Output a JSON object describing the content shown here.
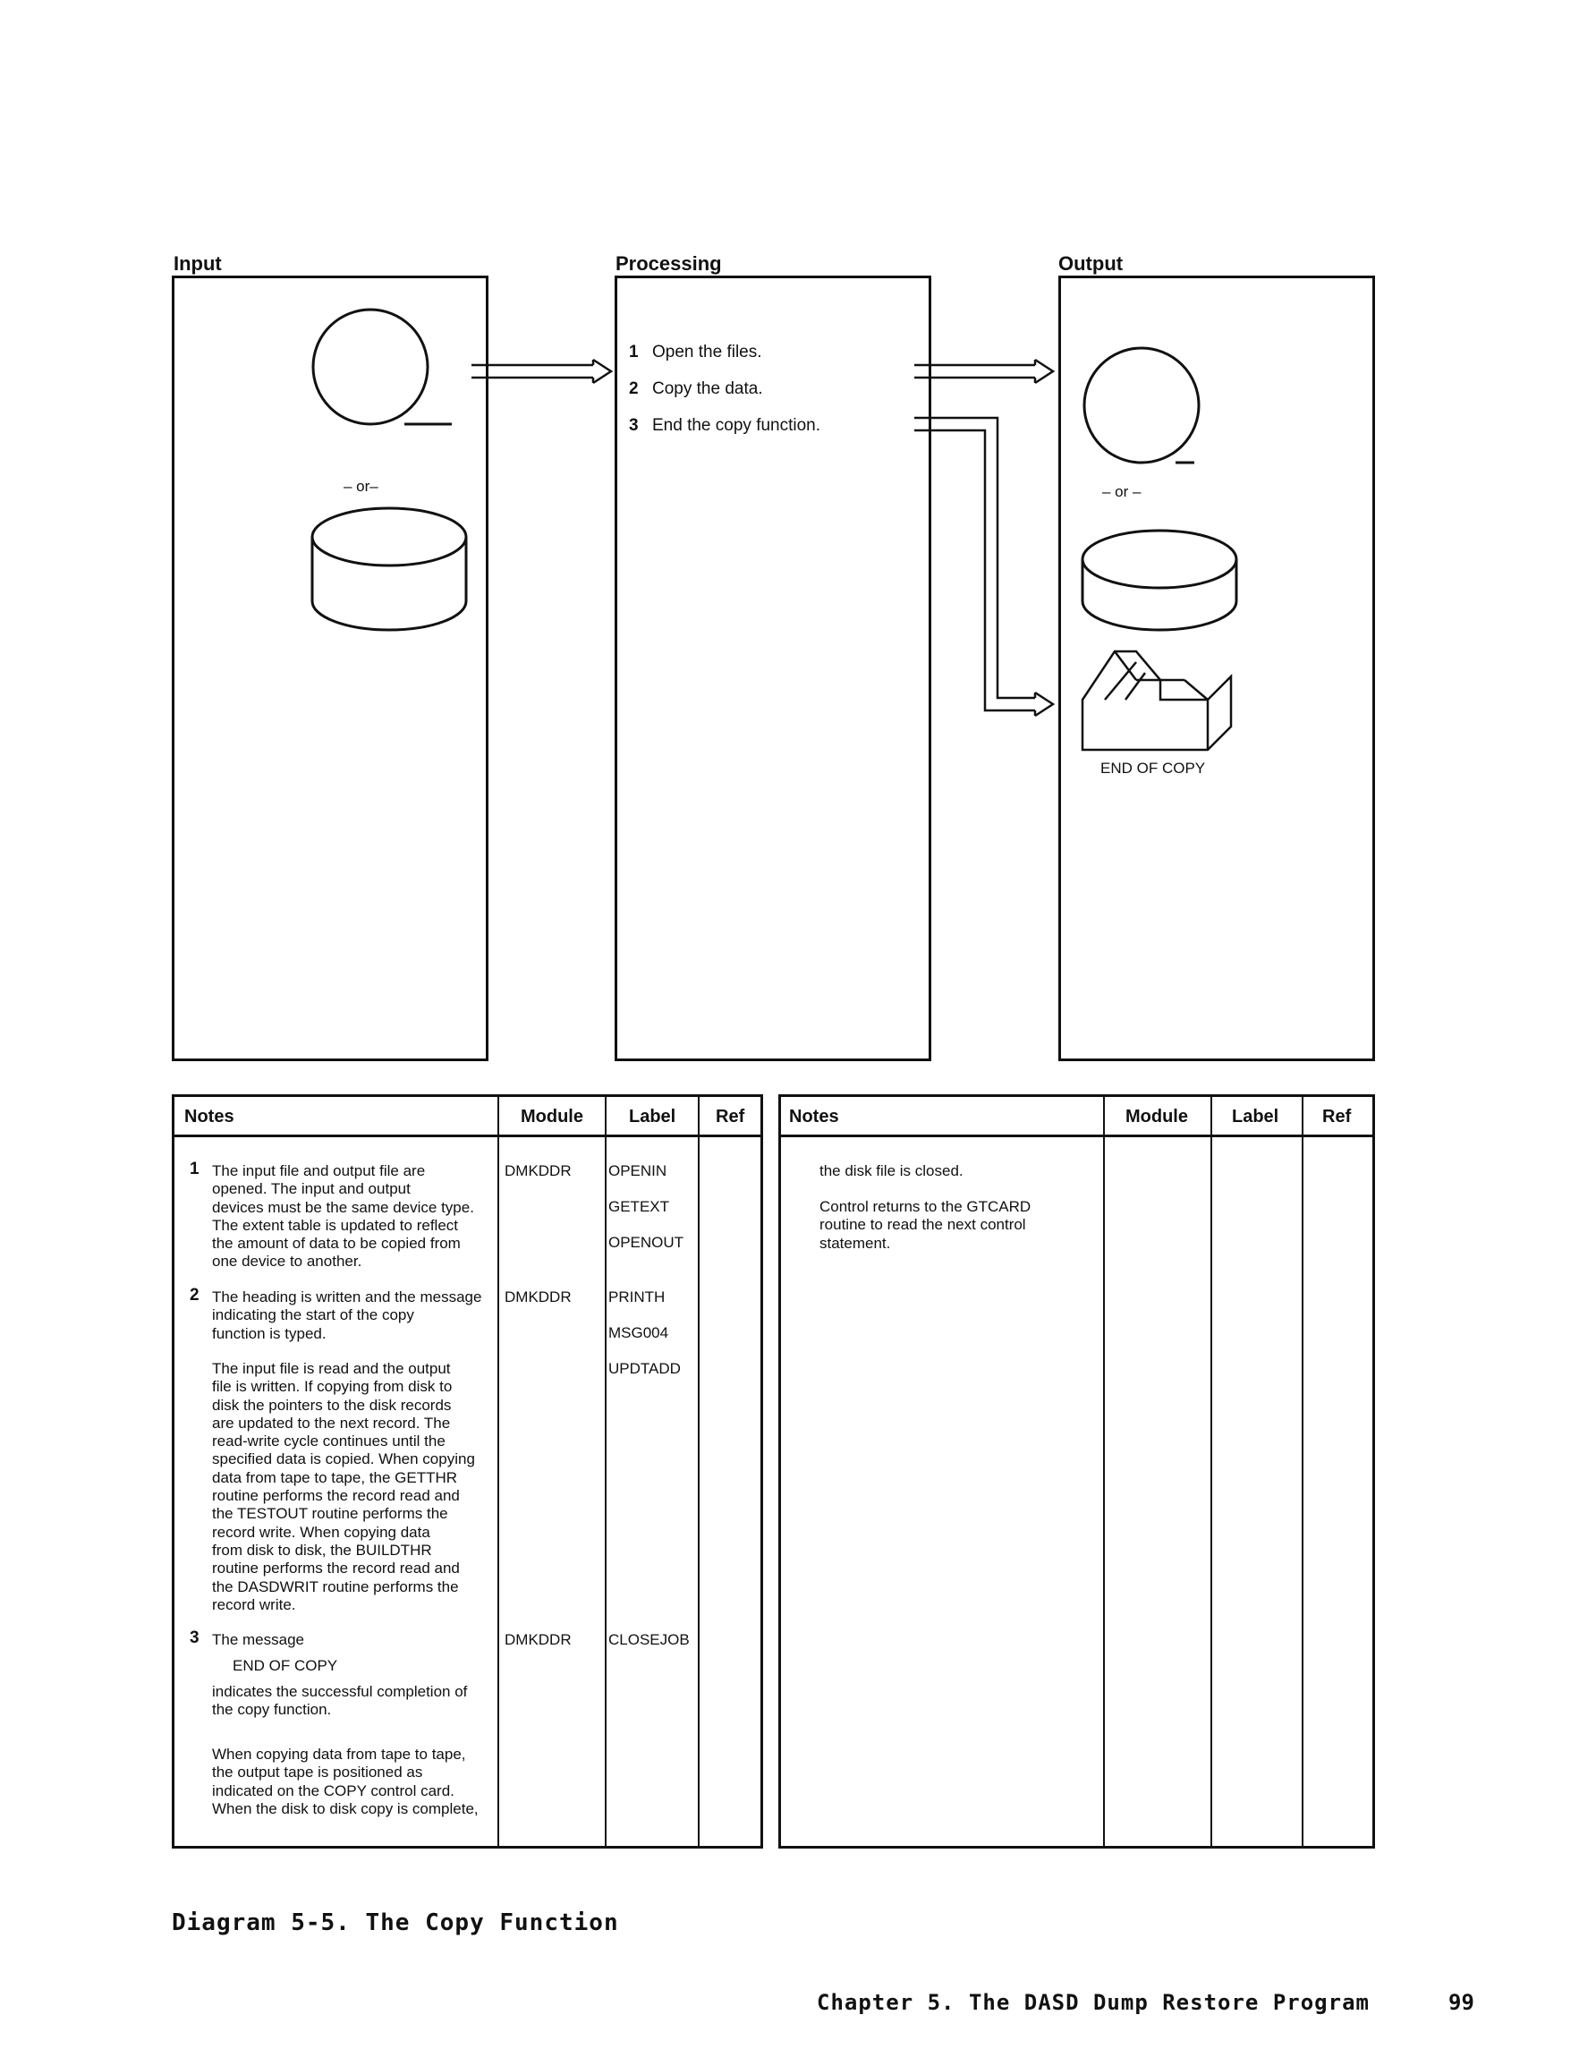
{
  "columns": {
    "input": "Input",
    "processing": "Processing",
    "output": "Output"
  },
  "steps": [
    {
      "num": "1",
      "text": "Open the files."
    },
    {
      "num": "2",
      "text": "Copy the data."
    },
    {
      "num": "3",
      "text": "End the copy function."
    }
  ],
  "input_or": "– or–",
  "output_or": "– or –",
  "output_printer_caption": "END OF COPY",
  "table_headers": {
    "notes": "Notes",
    "module": "Module",
    "label": "Label",
    "ref": "Ref"
  },
  "left_notes": [
    {
      "num": "1",
      "text": "The input file and output file are\nopened. The input and output\ndevices must be the same device type.\nThe extent table is updated to reflect\nthe amount of data to be copied from\none device to another.",
      "module": "DMKDDR",
      "labels": [
        "OPENIN",
        "GETEXT",
        "OPENOUT"
      ]
    },
    {
      "num": "2",
      "text": "The heading is written and the message\nindicating the start of the copy\nfunction is typed.",
      "module": "DMKDDR",
      "labels": [
        "PRINTH",
        "MSG004",
        "UPDTADD"
      ]
    },
    {
      "num": "",
      "text": "The input file is read and the output\nfile is written. If copying from disk to\ndisk the pointers to the disk records\nare updated to the next record. The\nread-write cycle continues until the\nspecified data is copied. When copying\ndata from tape to tape, the GETTHR\nroutine performs the record read and\nthe TESTOUT routine performs the\nrecord write. When copying data\nfrom disk to disk, the BUILDTHR\nroutine performs the record read and\nthe DASDWRIT routine performs the\nrecord write.",
      "module": "",
      "labels": []
    },
    {
      "num": "3",
      "text": "The message",
      "message": "END OF COPY",
      "text_after": "indicates the successful completion of\nthe copy function.",
      "module": "DMKDDR",
      "labels": [
        "CLOSEJOB"
      ]
    },
    {
      "num": "",
      "text": "When copying data from tape to tape,\nthe output tape is positioned as\nindicated on the COPY control card.\nWhen the disk to disk copy is complete,",
      "module": "",
      "labels": []
    }
  ],
  "right_notes": [
    {
      "text": "the disk file is closed."
    },
    {
      "text": "Control returns to the GTCARD\nroutine to read the next control\nstatement."
    }
  ],
  "diagram_caption": "Diagram 5-5. The Copy Function",
  "footer": {
    "chapter": "Chapter 5. The DASD Dump Restore Program",
    "page_number": "99"
  }
}
